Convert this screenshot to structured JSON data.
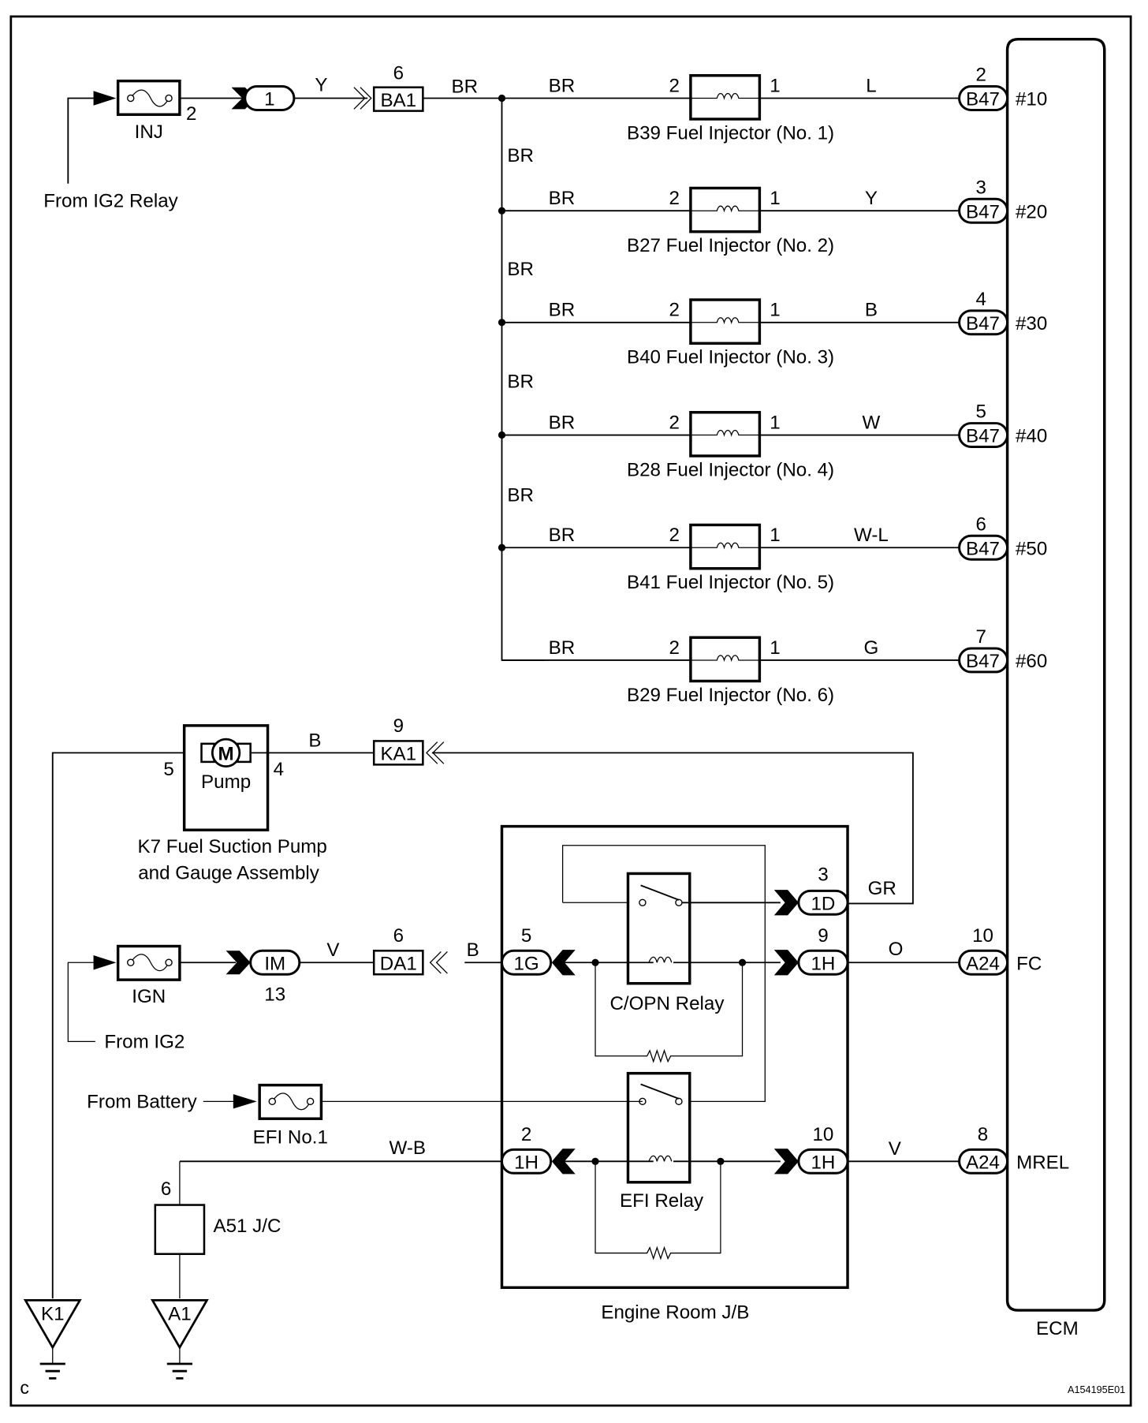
{
  "diagram": {
    "figure_id": "A154195E01",
    "corner_letter": "c",
    "power_feed": {
      "source_label": "From IG2 Relay",
      "fuse": {
        "name": "INJ",
        "pin": "2"
      },
      "connector_1": {
        "label": "1"
      },
      "wire_1": "Y",
      "connector_ba1": {
        "label": "BA1",
        "pin": "6"
      },
      "wire_2": "BR"
    },
    "bus_wire_labels": [
      "BR",
      "BR",
      "BR",
      "BR"
    ],
    "injectors": [
      {
        "wire_in": "BR",
        "pin_in": "2",
        "pin_out": "1",
        "wire_out": "L",
        "name": "B39 Fuel Injector (No. 1)",
        "ecm_pin": "2",
        "ecm_connector": "B47",
        "ecm_terminal": "#10"
      },
      {
        "wire_in": "BR",
        "pin_in": "2",
        "pin_out": "1",
        "wire_out": "Y",
        "name": "B27 Fuel Injector (No. 2)",
        "ecm_pin": "3",
        "ecm_connector": "B47",
        "ecm_terminal": "#20"
      },
      {
        "wire_in": "BR",
        "pin_in": "2",
        "pin_out": "1",
        "wire_out": "B",
        "name": "B40 Fuel Injector (No. 3)",
        "ecm_pin": "4",
        "ecm_connector": "B47",
        "ecm_terminal": "#30"
      },
      {
        "wire_in": "BR",
        "pin_in": "2",
        "pin_out": "1",
        "wire_out": "W",
        "name": "B28 Fuel Injector (No. 4)",
        "ecm_pin": "5",
        "ecm_connector": "B47",
        "ecm_terminal": "#40"
      },
      {
        "wire_in": "BR",
        "pin_in": "2",
        "pin_out": "1",
        "wire_out": "W-L",
        "name": "B41 Fuel Injector (No. 5)",
        "ecm_pin": "6",
        "ecm_connector": "B47",
        "ecm_terminal": "#50"
      },
      {
        "wire_in": "BR",
        "pin_in": "2",
        "pin_out": "1",
        "wire_out": "G",
        "name": "B29 Fuel Injector (No. 6)",
        "ecm_pin": "7",
        "ecm_connector": "B47",
        "ecm_terminal": "#60"
      }
    ],
    "pump": {
      "motor_symbol": "M",
      "inner_label": "Pump",
      "pin_left": "5",
      "pin_right": "4",
      "wire": "B",
      "connector": {
        "label": "KA1",
        "pin": "9"
      },
      "name_line1": "K7 Fuel Suction Pump",
      "name_line2": "and Gauge Assembly"
    },
    "ign_feed": {
      "fuse": "IGN",
      "source_label": "From IG2",
      "connector_im": {
        "label": "IM",
        "pin": "13"
      },
      "wire_1": "V",
      "connector_da1": {
        "label": "DA1",
        "pin": "6"
      },
      "wire_2": "B"
    },
    "battery_feed": {
      "source_label": "From Battery",
      "fuse": "EFI No.1"
    },
    "engine_room_jb": {
      "name": "Engine Room J/B",
      "copn_relay": {
        "name": "C/OPN Relay",
        "in_connector": {
          "label": "1G",
          "pin": "5"
        },
        "out_switch_connector": {
          "label": "1D",
          "pin": "3"
        },
        "out_coil_connector": {
          "label": "1H",
          "pin": "9"
        },
        "switch_wire": "GR",
        "coil_wire": "O"
      },
      "efi_relay": {
        "name": "EFI Relay",
        "in_connector": {
          "label": "1H",
          "pin": "2"
        },
        "out_connector": {
          "label": "1H",
          "pin": "10"
        },
        "in_wire": "W-B",
        "out_wire": "V"
      }
    },
    "jc": {
      "name": "A51 J/C",
      "pin": "6"
    },
    "grounds": [
      {
        "label": "K1"
      },
      {
        "label": "A1"
      }
    ],
    "ecm": {
      "name": "ECM",
      "fc": {
        "connector": "A24",
        "pin": "10",
        "terminal": "FC"
      },
      "mrel": {
        "connector": "A24",
        "pin": "8",
        "terminal": "MREL"
      }
    }
  }
}
